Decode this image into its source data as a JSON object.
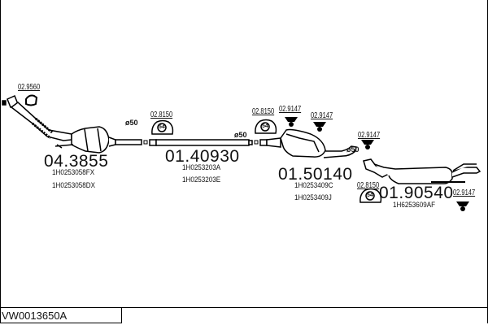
{
  "diagram_code": "VW0013650A",
  "diameter_label": "ø50",
  "parts": [
    {
      "part_no": "04.3855",
      "oem": [
        "1H0253058FX",
        "1H0253058DX"
      ],
      "name": "catalytic converter front pipe"
    },
    {
      "part_no": "01.40930",
      "oem": [
        "1H0253203A",
        "1H0253203E"
      ],
      "name": "intermediate pipe"
    },
    {
      "part_no": "01.50140",
      "oem": [
        "1H0253409C",
        "1H0253409J"
      ],
      "name": "middle silencer"
    },
    {
      "part_no": "01.90540",
      "oem": [
        "1H6253609AF"
      ],
      "name": "rear silencer"
    }
  ],
  "accessories": {
    "gasket": "02.9560",
    "clamp": "02.8150",
    "clamp_size": "54",
    "rubber_mount": "02.9147"
  }
}
